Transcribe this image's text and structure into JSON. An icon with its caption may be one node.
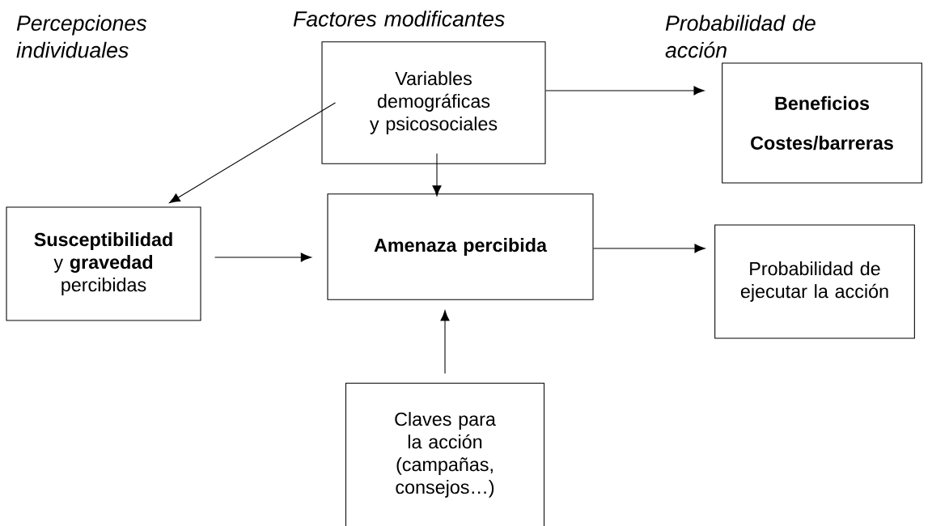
{
  "diagram": {
    "nodes": [
      {
        "text": [
          "Variables demográficas y psicosociales"
        ]
      },
      {
        "text": [
          "Beneficios",
          "Costes/barreras"
        ]
      },
      {
        "text": [
          "**Susceptibilidad** y **gravedad** percibidas"
        ]
      },
      {
        "text": [
          "Amenaza percibida"
        ]
      },
      {
        "text": [
          "Probabilidad de ejecutar la acción"
        ]
      },
      {
        "text": [
          "Claves para la acción (campañas, consejos…)"
        ]
      }
    ],
    "edges": [
      {
        "from": 0,
        "to": 2,
        "arrow": "to"
      },
      {
        "from": 0,
        "to": 1,
        "arrow": "to"
      },
      {
        "from": 0,
        "to": 3,
        "arrow": "to"
      },
      {
        "from": 2,
        "to": 3,
        "arrow": "to"
      },
      {
        "from": 3,
        "to": 4,
        "arrow": "to"
      },
      {
        "from": 5,
        "to": 3,
        "arrow": "to"
      }
    ],
    "labels": [
      "Percepciones individuales",
      "Factores modificantes",
      "Probabilidad de acción"
    ]
  }
}
